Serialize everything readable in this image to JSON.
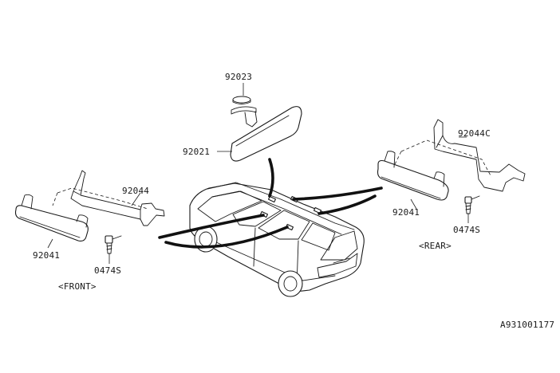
{
  "labels": {
    "mirror_mount": "92023",
    "mirror": "92021",
    "front_bracket": "92044",
    "front_grip": "92041",
    "front_screw": "0474S",
    "front_caption": "<FRONT>",
    "rear_bracket": "92044C",
    "rear_grip": "92041",
    "rear_screw": "0474S",
    "rear_caption": "<REAR>",
    "diagram_id": "A931001177"
  }
}
